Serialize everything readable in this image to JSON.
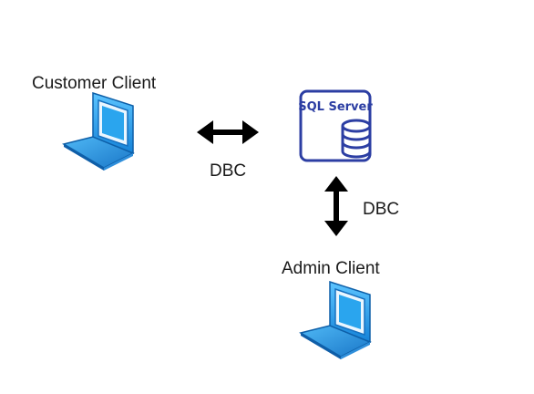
{
  "nodes": {
    "customer_client": {
      "label": "Customer Client",
      "icon": "laptop-icon"
    },
    "sql_server": {
      "label": "SQL Server",
      "icon": "database-server-icon"
    },
    "admin_client": {
      "label": "Admin Client",
      "icon": "laptop-icon"
    }
  },
  "edges": [
    {
      "from": "customer_client",
      "to": "sql_server",
      "label": "DBC",
      "direction": "bidirectional"
    },
    {
      "from": "sql_server",
      "to": "admin_client",
      "label": "DBC",
      "direction": "bidirectional"
    }
  ],
  "colors": {
    "laptop_screen": "#2aa5ee",
    "laptop_frame": "#1e7fd0",
    "server_stroke": "#2c3ea3",
    "arrow": "#000000",
    "text": "#1a1a1a"
  }
}
